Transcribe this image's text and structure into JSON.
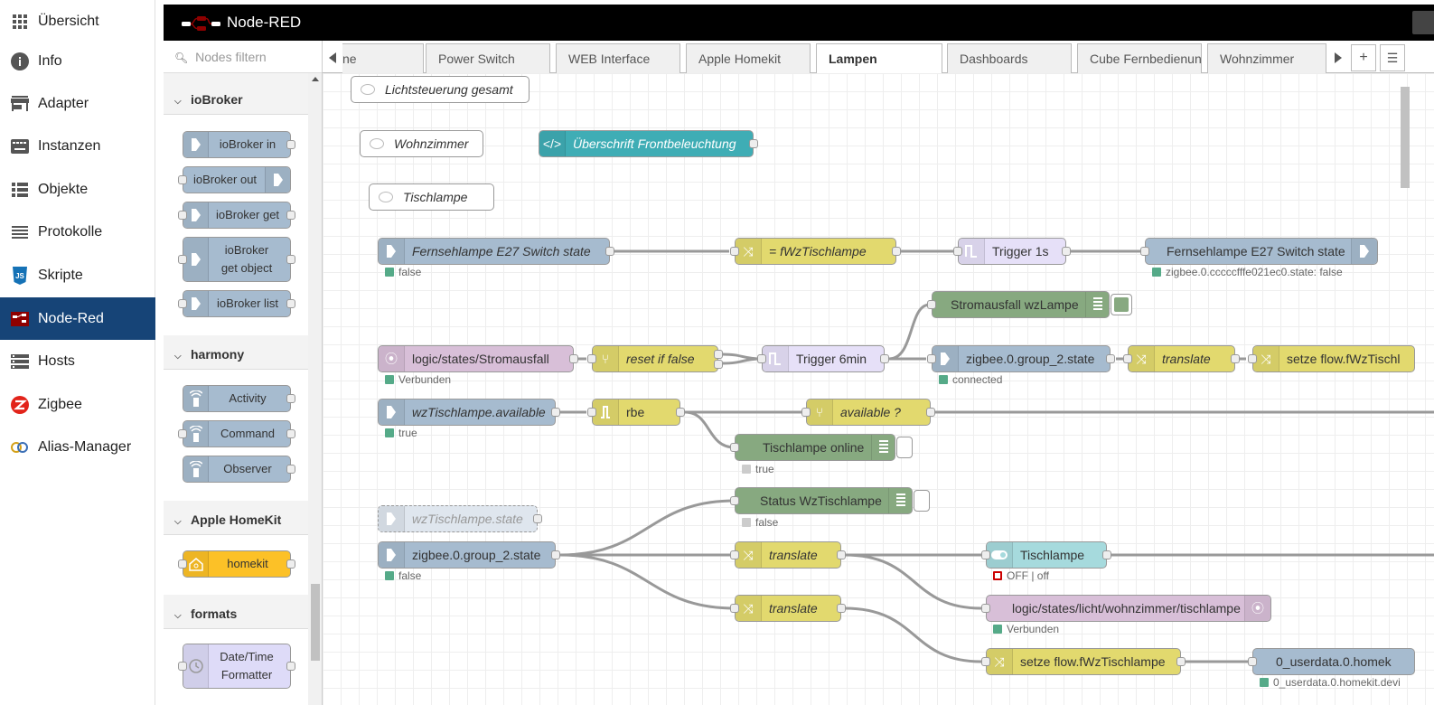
{
  "sidebar": {
    "items": [
      {
        "label": "Übersicht",
        "icon": "grid-icon"
      },
      {
        "label": "Info",
        "icon": "info-icon"
      },
      {
        "label": "Adapter",
        "icon": "store-icon"
      },
      {
        "label": "Instanzen",
        "icon": "instances-icon"
      },
      {
        "label": "Objekte",
        "icon": "list-icon"
      },
      {
        "label": "Protokolle",
        "icon": "log-icon"
      },
      {
        "label": "Skripte",
        "icon": "js-icon"
      },
      {
        "label": "Node-Red",
        "icon": "node-red-icon",
        "active": true
      },
      {
        "label": "Hosts",
        "icon": "hosts-icon"
      },
      {
        "label": "Zigbee",
        "icon": "zigbee-icon"
      },
      {
        "label": "Alias-Manager",
        "icon": "alias-icon"
      }
    ],
    "active_color": "#164477"
  },
  "header": {
    "title": "Node-RED"
  },
  "palette": {
    "search_placeholder": "Nodes filtern",
    "categories": [
      {
        "name": "ioBroker",
        "nodes": [
          "ioBroker in",
          "ioBroker out",
          "ioBroker get",
          "ioBroker get object",
          "ioBroker list"
        ]
      },
      {
        "name": "harmony",
        "nodes": [
          "Activity",
          "Command",
          "Observer"
        ]
      },
      {
        "name": "Apple HomeKit",
        "nodes": [
          "homekit"
        ]
      },
      {
        "name": "formats",
        "nodes": [
          "Date/Time Formatter"
        ]
      }
    ]
  },
  "tabs": {
    "items": [
      "ne",
      "Power Switch",
      "WEB Interface",
      "Apple Homekit",
      "Lampen",
      "Dashboards",
      "Cube Fernbedienung",
      "Wohnzimmer"
    ],
    "active": "Lampen",
    "add_label": "+",
    "menu_label": "☰"
  },
  "flow": {
    "comments": {
      "lichtsteuerung": "Lichtsteuerung gesamt",
      "wohnzimmer": "Wohnzimmer",
      "tischlampe": "Tischlampe"
    },
    "nodes": {
      "template_frontbeleuchtung": "Überschrift Frontbeleuchtung",
      "fernseh_in": "Fernsehlampe E27 Switch state",
      "change_fwz": "= fWzTischlampe",
      "trigger_1s": "Trigger 1s",
      "fernseh_out": "Fernsehlampe E27 Switch state",
      "debug_strom": "Stromausfall wzLampe",
      "mqtt_strom": "logic/states/Stromausfall",
      "switch_reset": "reset if false",
      "trigger_6min": "Trigger 6min",
      "group2_out": "zigbee.0.group_2.state",
      "change_translate1": "translate",
      "change_setze1": "setze flow.fWzTischl",
      "available_in": "wzTischlampe.available",
      "rbe": "rbe",
      "switch_available": "available ?",
      "debug_online": "Tischlampe online",
      "debug_status": "Status WzTischlampe",
      "state_disabled": "wzTischlampe.state",
      "group2_in": "zigbee.0.group_2.state",
      "change_translate2": "translate",
      "change_translate3": "translate",
      "dashboard_switch": "Tischlampe",
      "mqtt_out": "logic/states/licht/wohnzimmer/tischlampe",
      "change_setze2": "setze flow.fWzTischlampe",
      "homekit_out": "0_userdata.0.homek"
    },
    "status": {
      "fernseh_in": "false",
      "fernseh_out": "zigbee.0.cccccfffe021ec0.state: false",
      "mqtt_strom": "Verbunden",
      "group2_out": "connected",
      "available_in": "true",
      "debug_online": "true",
      "debug_status": "false",
      "group2_in": "false",
      "dashboard_switch": "OFF | off",
      "mqtt_out": "Verbunden",
      "homekit_out": "0_userdata.0.homekit.devi"
    },
    "colors": {
      "iobroker": "#a6bbcf",
      "change": "#e2d96e",
      "trigger": "#e6e0f8",
      "debug": "#87a980",
      "mqtt": "#d8bfd8",
      "template": "#3fadb5",
      "dashboard": "#a6dadd",
      "homekit": "#fcc127",
      "status_green": "#5a8",
      "status_grey": "#ccc",
      "status_red": "#c00"
    }
  }
}
